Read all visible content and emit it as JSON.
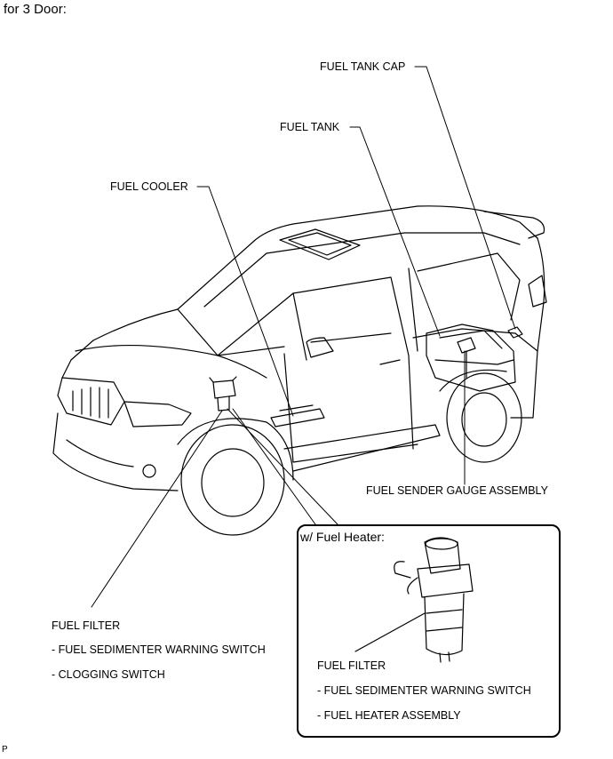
{
  "heading": "for 3 Door:",
  "footer_code": "P",
  "labels": {
    "fuel_tank_cap": "FUEL TANK CAP",
    "fuel_tank": "FUEL TANK",
    "fuel_cooler": "FUEL COOLER",
    "fuel_sender_gauge": "FUEL SENDER GAUGE ASSEMBLY"
  },
  "main_filter": {
    "title": "FUEL FILTER",
    "items": [
      "- FUEL SEDIMENTER WARNING SWITCH",
      "- CLOGGING SWITCH"
    ]
  },
  "inset": {
    "title": "w/ Fuel Heater:",
    "filter_title": "FUEL FILTER",
    "items": [
      "- FUEL SEDIMENTER WARNING SWITCH",
      "- FUEL HEATER ASSEMBLY"
    ]
  }
}
